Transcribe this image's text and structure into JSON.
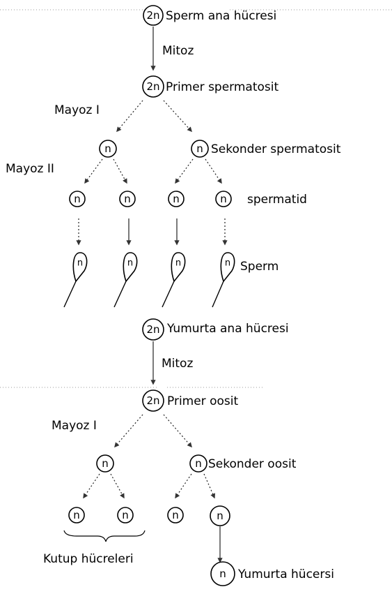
{
  "spermatogenesis": {
    "mother_cell": {
      "ploidy": "2n",
      "label": "Sperm ana hücresi"
    },
    "mitosis_label": "Mitoz",
    "primary": {
      "ploidy": "2n",
      "label": "Primer spermatosit"
    },
    "meiosis1_label": "Mayoz I",
    "secondary_left": {
      "ploidy": "n"
    },
    "secondary_right": {
      "ploidy": "n",
      "label": "Sekonder spermatosit"
    },
    "meiosis2_label": "Mayoz II",
    "spermatids": [
      {
        "ploidy": "n"
      },
      {
        "ploidy": "n"
      },
      {
        "ploidy": "n"
      },
      {
        "ploidy": "n"
      }
    ],
    "spermatid_label": "spermatid",
    "sperms": [
      {
        "ploidy": "n"
      },
      {
        "ploidy": "n"
      },
      {
        "ploidy": "n"
      },
      {
        "ploidy": "n"
      }
    ],
    "sperm_label": "Sperm"
  },
  "oogenesis": {
    "mother_cell": {
      "ploidy": "2n",
      "label": "Yumurta ana hücresi"
    },
    "mitosis_label": "Mitoz",
    "primary": {
      "ploidy": "2n",
      "label": "Primer oosit"
    },
    "meiosis1_label": "Mayoz I",
    "secondary_left": {
      "ploidy": "n"
    },
    "secondary_right": {
      "ploidy": "n",
      "label": "Sekonder oosit"
    },
    "polar_bodies": [
      {
        "ploidy": "n"
      },
      {
        "ploidy": "n"
      },
      {
        "ploidy": "n"
      }
    ],
    "ootid": {
      "ploidy": "n"
    },
    "polar_bodies_label": "Kutup hücreleri",
    "egg": {
      "ploidy": "n",
      "label": "Yumurta hücersi"
    }
  }
}
